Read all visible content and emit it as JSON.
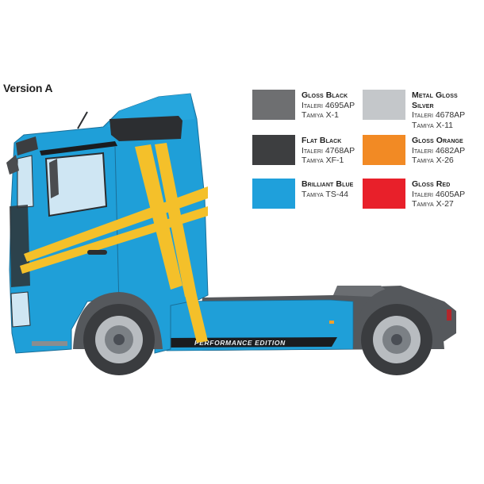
{
  "title": "Version A",
  "paints": [
    {
      "name": "Gloss Black",
      "italeri": "Italeri 4695AP",
      "tamiya": "Tamiya X-1",
      "color": "#6e6f71"
    },
    {
      "name": "Metal Gloss Silver",
      "italeri": "Italeri 4678AP",
      "tamiya": "Tamiya X-11",
      "color": "#c4c7ca"
    },
    {
      "name": "Flat Black",
      "italeri": "Italeri 4768AP",
      "tamiya": "Tamiya XF-1",
      "color": "#3d3e40"
    },
    {
      "name": "Gloss Orange",
      "italeri": "Italeri 4682AP",
      "tamiya": "Tamiya X-26",
      "color": "#f28a24"
    },
    {
      "name": "Brilliant Blue",
      "italeri": "",
      "tamiya": "Tamiya TS-44",
      "color": "#1fa0db"
    },
    {
      "name": "Gloss Red",
      "italeri": "Italeri 4605AP",
      "tamiya": "Tamiya X-27",
      "color": "#e8202a"
    }
  ],
  "truck": {
    "body_color": "#1f9fd8",
    "stripe_color": "#f4c02a",
    "side_text": "PERFORMANCE EDITION"
  }
}
